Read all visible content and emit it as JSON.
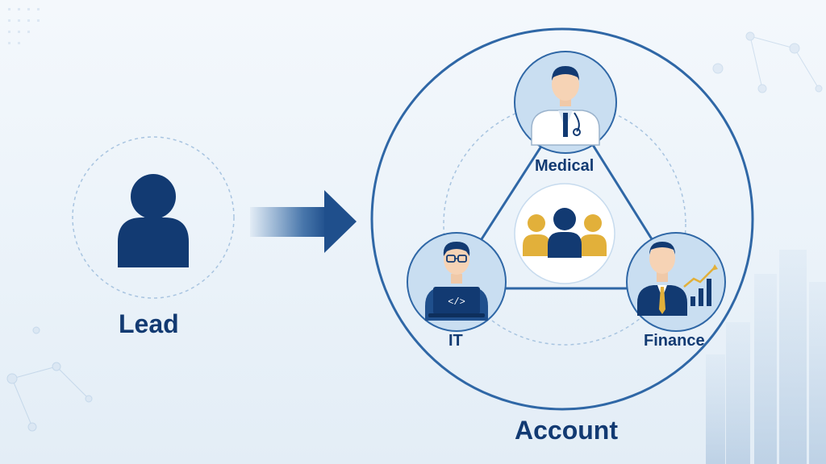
{
  "labels": {
    "lead": "Lead",
    "account": "Account",
    "medical": "Medical",
    "it": "IT",
    "finance": "Finance",
    "laptop_code": "</>"
  },
  "colors": {
    "navy": "#123a72",
    "ring": "#2f67a6",
    "light_circle": "#c9def1",
    "gold": "#e2b03a",
    "dashed": "#a8c4e0"
  },
  "icons": {
    "lead": "person-icon",
    "medical": "doctor-icon",
    "it": "developer-icon",
    "finance": "business-person-icon",
    "center": "team-icon",
    "connector": "arrow-right-icon"
  }
}
